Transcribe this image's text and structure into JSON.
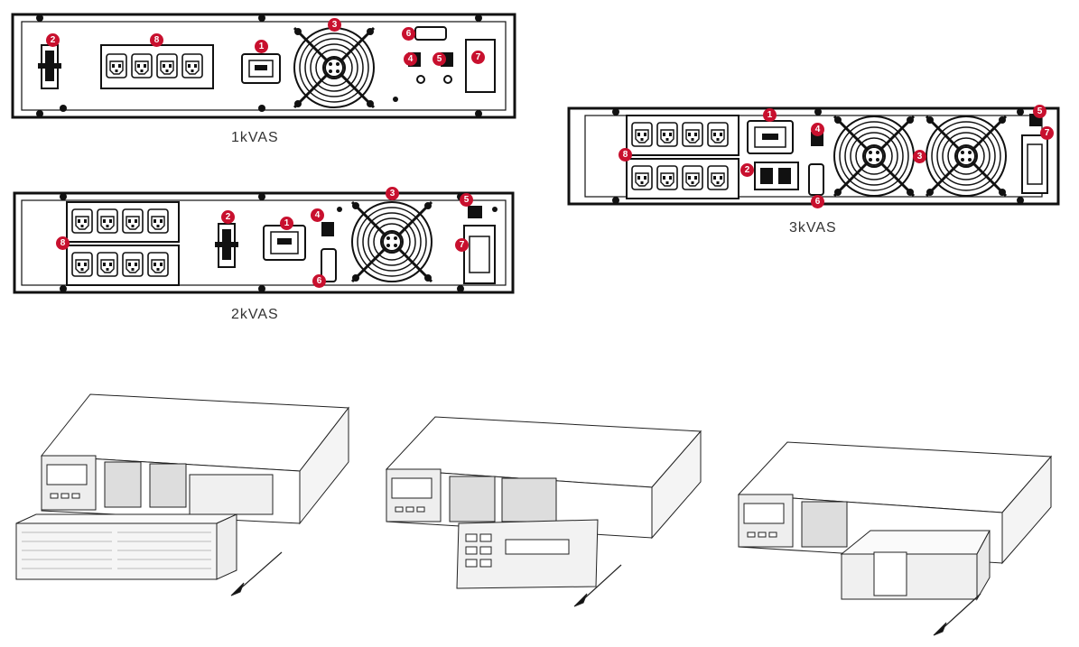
{
  "panels": {
    "kva1": {
      "caption": "1kVAS"
    },
    "kva2": {
      "caption": "2kVAS"
    },
    "kva3": {
      "caption": "3kVAS"
    }
  },
  "callouts": [
    "1",
    "2",
    "3",
    "4",
    "5",
    "6",
    "7",
    "8"
  ],
  "colors": {
    "callout": "#c8102e",
    "line": "#111111"
  }
}
